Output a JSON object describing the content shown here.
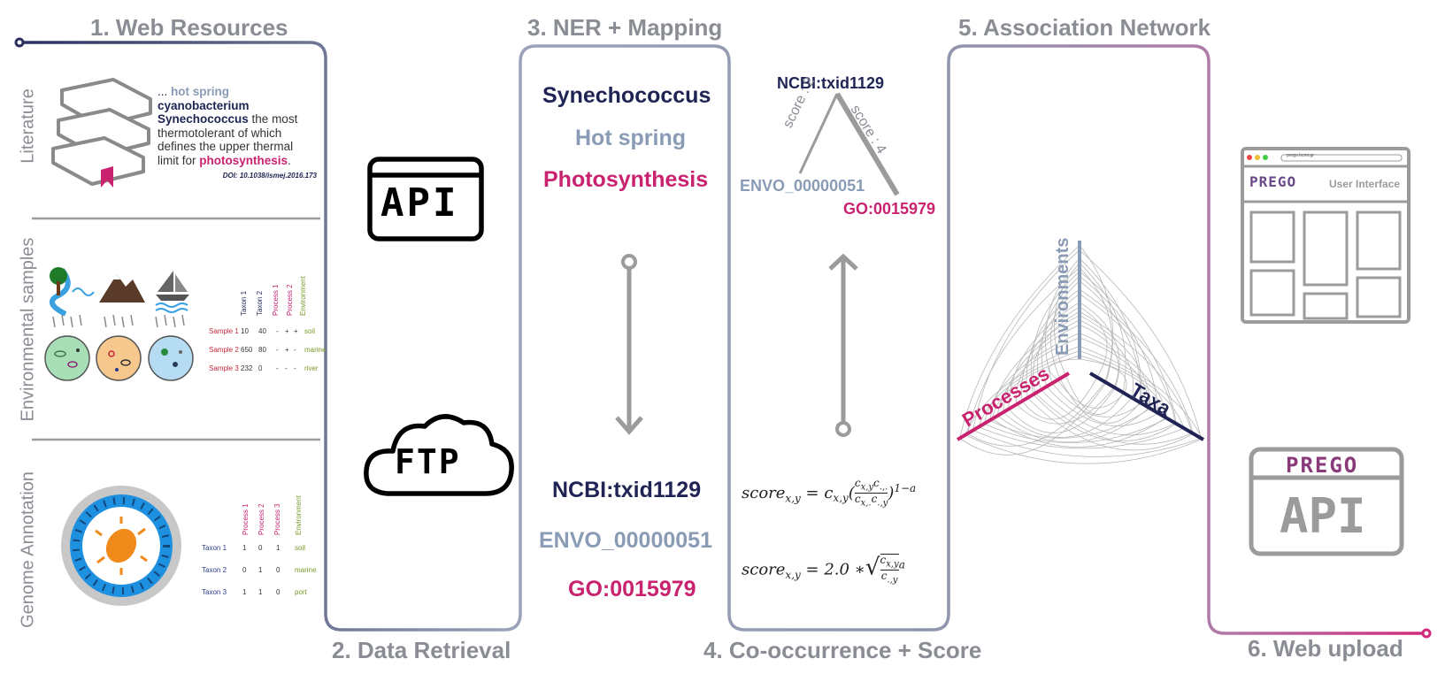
{
  "headers": {
    "step1": "1. Web Resources",
    "step2": "2. Data Retrieval",
    "step3": "3. NER + Mapping",
    "step4": "4. Co-occurrence + Score",
    "step5": "5. Association Network",
    "step6": "6. Web upload"
  },
  "side_labels": {
    "literature": "Literature",
    "env_samples": "Environmental samples",
    "genome": "Genome Annotation"
  },
  "literature_text": {
    "ellipsis": "... ",
    "hot_spring": "hot spring",
    "cyanobacterium": "cyanobacterium",
    "synechococcus": "Synechococcus",
    "rest1": " the most thermotolerant of which defines the upper thermal limit for ",
    "photosynthesis": "photosynthesis",
    "period": ".",
    "doi": "DOI: 10.1038/ismej.2016.173"
  },
  "env_table": {
    "columns": [
      "Taxon 1",
      "Taxon 2",
      "Process 1",
      "Process 2",
      "Environment"
    ],
    "rows": [
      {
        "label": "Sample 1",
        "cells": [
          "10",
          "40",
          "-",
          "+",
          "+",
          "soil"
        ]
      },
      {
        "label": "Sample 2",
        "cells": [
          "650",
          "80",
          "-",
          "+",
          "-",
          "marine"
        ]
      },
      {
        "label": "Sample 3",
        "cells": [
          "232",
          "0",
          "-",
          "-",
          "-",
          "river"
        ]
      }
    ]
  },
  "genome_table": {
    "columns": [
      "Process 1",
      "Process 2",
      "Process 3",
      "Environment"
    ],
    "rows": [
      {
        "label": "Taxon 1",
        "cells": [
          "1",
          "0",
          "1",
          "soil"
        ]
      },
      {
        "label": "Taxon 2",
        "cells": [
          "0",
          "1",
          "0",
          "marine"
        ]
      },
      {
        "label": "Taxon 3",
        "cells": [
          "1",
          "1",
          "0",
          "port"
        ]
      }
    ]
  },
  "retrieval": {
    "api": "API",
    "ftp": "FTP"
  },
  "ner": {
    "entity1": "Synechococcus",
    "entity2": "Hot spring",
    "entity3": "Photosynthesis",
    "id1": "NCBI:txid1129",
    "id2": "ENVO_00000051",
    "id3": "GO:0015979"
  },
  "cooc": {
    "node_top": "NCBI:txid1129",
    "node_left": "ENVO_00000051",
    "node_right": "GO:0015979",
    "edge_left": "score : 2",
    "edge_right": "score : 4",
    "formula1_lhs": "score",
    "formula1_sub": "x,y",
    "formula1_rhs": "= c",
    "formula2_lhs": "score",
    "formula2_sub": "x,y",
    "formula2_rhs": "= 2.0 ∗"
  },
  "network": {
    "axis_environments": "Environments",
    "axis_processes": "Processes",
    "axis_taxa": "Taxa"
  },
  "web": {
    "url": "prego.hcmr.gr",
    "logo": "PREGO",
    "user_interface": "User Interface",
    "api_logo": "PREGO",
    "api": "API"
  },
  "colors": {
    "navy": "#1f2454",
    "gray_blue": "#8a9bb5",
    "magenta": "#c9236f",
    "header_gray": "#8a8d94",
    "flow_line": "#8e96ad"
  }
}
